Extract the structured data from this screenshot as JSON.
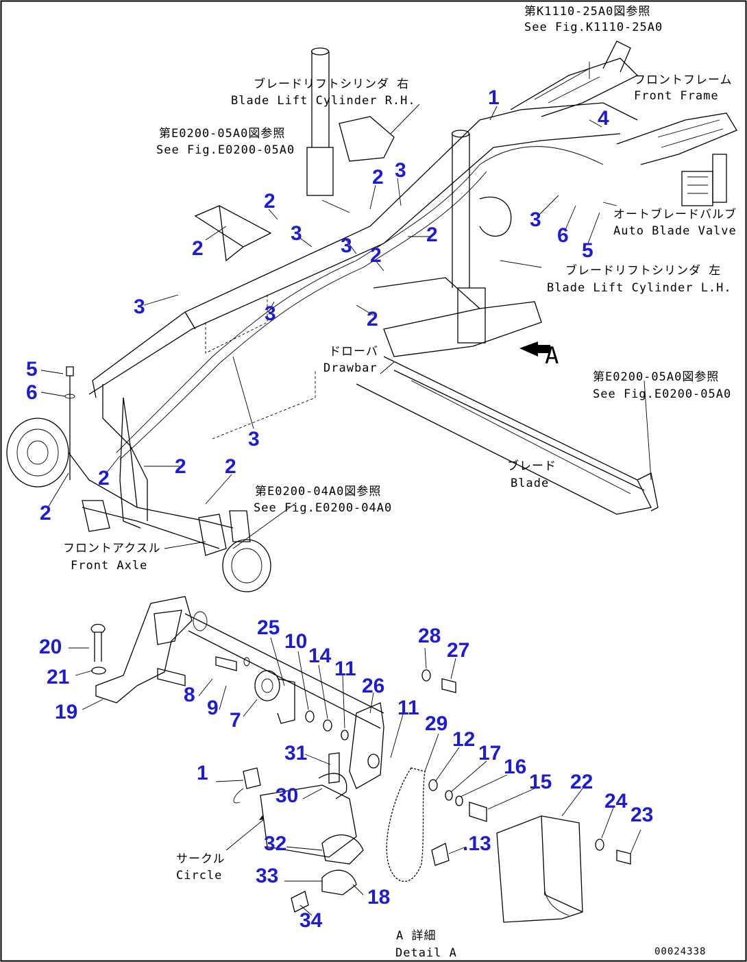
{
  "labels": {
    "ref_k1110_jp": "第K1110-25A0図参照",
    "ref_k1110_en": "See Fig.K1110-25A0",
    "front_frame_jp": "フロントフレーム",
    "front_frame_en": "Front Frame",
    "lift_rh_jp": "ブレードリフトシリンダ 右",
    "lift_rh_en": "Blade Lift Cylinder R.H.",
    "ref_e0200_05_top_jp": "第E0200-05A0図参照",
    "ref_e0200_05_top_en": "See Fig.E0200-05A0",
    "auto_valve_jp": "オートブレードバルブ",
    "auto_valve_en": "Auto Blade Valve",
    "lift_lh_jp": "ブレードリフトシリンダ 左",
    "lift_lh_en": "Blade Lift Cylinder L.H.",
    "drawbar_jp": "ドローバ",
    "drawbar_en": "Drawbar",
    "view_a": "A",
    "ref_e0200_05_right_jp": "第E0200-05A0図参照",
    "ref_e0200_05_right_en": "See Fig.E0200-05A0",
    "blade_jp": "ブレード",
    "blade_en": "Blade",
    "ref_e0200_04_jp": "第E0200-04A0図参照",
    "ref_e0200_04_en": "See Fig.E0200-04A0",
    "front_axle_jp": "フロントアクスル",
    "front_axle_en": "Front Axle",
    "circle_jp": "サークル",
    "circle_en": "Circle",
    "detail_jp": "A 詳細",
    "detail_en": "Detail A",
    "drawing_code": "00024338"
  },
  "callouts": [
    {
      "id": "c1a",
      "text": "1"
    },
    {
      "id": "c4",
      "text": "4"
    },
    {
      "id": "c2a",
      "text": "2"
    },
    {
      "id": "c3a",
      "text": "3"
    },
    {
      "id": "c2b",
      "text": "2"
    },
    {
      "id": "c3b",
      "text": "3"
    },
    {
      "id": "c2c",
      "text": "2"
    },
    {
      "id": "c3c",
      "text": "3"
    },
    {
      "id": "c2d",
      "text": "2"
    },
    {
      "id": "c2e",
      "text": "2"
    },
    {
      "id": "c3d",
      "text": "3"
    },
    {
      "id": "c6a",
      "text": "6"
    },
    {
      "id": "c5a",
      "text": "5"
    },
    {
      "id": "c3e",
      "text": "3"
    },
    {
      "id": "c3f",
      "text": "3"
    },
    {
      "id": "c2f",
      "text": "2"
    },
    {
      "id": "c5b",
      "text": "5"
    },
    {
      "id": "c6b",
      "text": "6"
    },
    {
      "id": "c3g",
      "text": "3"
    },
    {
      "id": "c2g",
      "text": "2"
    },
    {
      "id": "c2h",
      "text": "2"
    },
    {
      "id": "c2i",
      "text": "2"
    },
    {
      "id": "c2j",
      "text": "2"
    },
    {
      "id": "c25",
      "text": "25"
    },
    {
      "id": "c10",
      "text": "10"
    },
    {
      "id": "c14",
      "text": "14"
    },
    {
      "id": "c11a",
      "text": "11"
    },
    {
      "id": "c26",
      "text": "26"
    },
    {
      "id": "c28",
      "text": "28"
    },
    {
      "id": "c27",
      "text": "27"
    },
    {
      "id": "c20",
      "text": "20"
    },
    {
      "id": "c21",
      "text": "21"
    },
    {
      "id": "c19",
      "text": "19"
    },
    {
      "id": "c8",
      "text": "8"
    },
    {
      "id": "c9",
      "text": "9"
    },
    {
      "id": "c7",
      "text": "7"
    },
    {
      "id": "c11b",
      "text": "11"
    },
    {
      "id": "c29",
      "text": "29"
    },
    {
      "id": "c12",
      "text": "12"
    },
    {
      "id": "c17",
      "text": "17"
    },
    {
      "id": "c16",
      "text": "16"
    },
    {
      "id": "c15",
      "text": "15"
    },
    {
      "id": "c22",
      "text": "22"
    },
    {
      "id": "c31",
      "text": "31"
    },
    {
      "id": "c1b",
      "text": "1"
    },
    {
      "id": "c30",
      "text": "30"
    },
    {
      "id": "c24",
      "text": "24"
    },
    {
      "id": "c23",
      "text": "23"
    },
    {
      "id": "c13",
      "text": ".13"
    },
    {
      "id": "c32",
      "text": "32"
    },
    {
      "id": "c33",
      "text": "33"
    },
    {
      "id": "c18",
      "text": "18"
    },
    {
      "id": "c34",
      "text": "34"
    }
  ]
}
